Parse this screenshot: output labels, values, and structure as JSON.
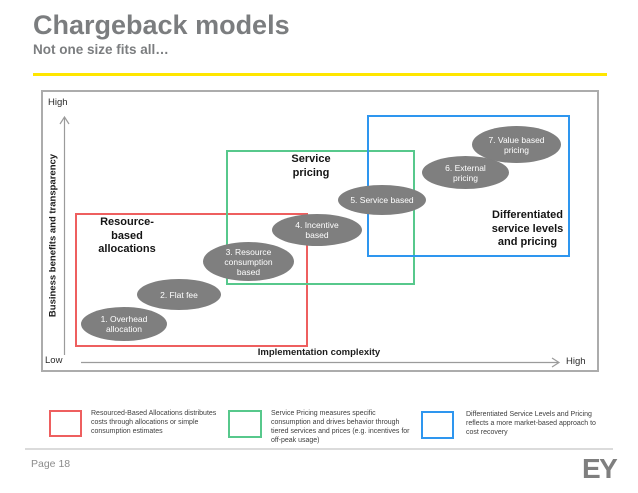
{
  "slide": {
    "title": "Chargeback models",
    "subtitle": "Not one size fits all…",
    "accent_color": "#FFE600"
  },
  "diagram": {
    "y_axis": {
      "label": "Business benefits and transparency",
      "top_tick": "High",
      "bottom_tick": "Low"
    },
    "x_axis": {
      "label": "Implementation complexity",
      "right_tick": "High"
    },
    "regions": [
      {
        "name": "Resource-based allocations",
        "label": "Resource-\nbased\nallocations",
        "color": "#EE5F5F"
      },
      {
        "name": "Service pricing",
        "label": "Service\npricing",
        "color": "#57C88C"
      },
      {
        "name": "Differentiated service levels and pricing",
        "label": "Differentiated\nservice levels\nand pricing",
        "color": "#2E96EF"
      }
    ],
    "step_color": "#7F7F7F",
    "steps": [
      {
        "label": "1. Overhead\nallocation"
      },
      {
        "label": "2. Flat fee"
      },
      {
        "label": "3. Resource\nconsumption\nbased"
      },
      {
        "label": "4. Incentive\nbased"
      },
      {
        "label": "5. Service based"
      },
      {
        "label": "6. External\npricing"
      },
      {
        "label": "7. Value based\npricing"
      }
    ]
  },
  "legend": {
    "items": [
      {
        "color": "#EE5F5F",
        "text": "Resourced-Based Allocations distributes costs through allocations or simple consumption estimates"
      },
      {
        "color": "#57C88C",
        "text": "Service Pricing measures specific consumption and drives behavior through tiered services and prices (e.g. incentives for off-peak usage)"
      },
      {
        "color": "#2E96EF",
        "text": "Differentiated Service Levels and Pricing reflects a more market-based approach to cost recovery"
      }
    ]
  },
  "footer": {
    "page_label": "Page 18",
    "logo": "EY"
  }
}
